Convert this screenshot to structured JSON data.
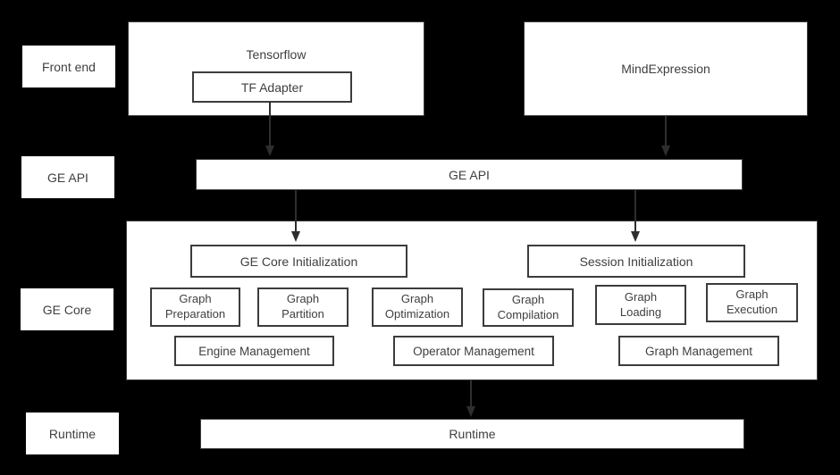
{
  "colors": {
    "background": "#000000",
    "box_fill": "#ffffff",
    "border": "#3c3c3c",
    "text": "#3f3f3f",
    "arrow": "#2e2e2e"
  },
  "row_labels": {
    "front_end": "Front end",
    "ge_api": "GE API",
    "ge_core": "GE Core",
    "runtime": "Runtime"
  },
  "front_end": {
    "tensorflow": "Tensorflow",
    "tf_adapter": "TF Adapter",
    "mind_expression": "MindExpression"
  },
  "ge_api_bar": {
    "label": "GE API"
  },
  "ge_core": {
    "init": "GE Core Initialization",
    "session_init": "Session Initialization",
    "modules": [
      "Graph\nPreparation",
      "Graph\nPartition",
      "Graph\nOptimization",
      "Graph\nCompilation",
      "Graph\nLoading",
      "Graph\nExecution"
    ],
    "managers": [
      "Engine Management",
      "Operator Management",
      "Graph Management"
    ]
  },
  "runtime_bar": {
    "label": "Runtime"
  }
}
